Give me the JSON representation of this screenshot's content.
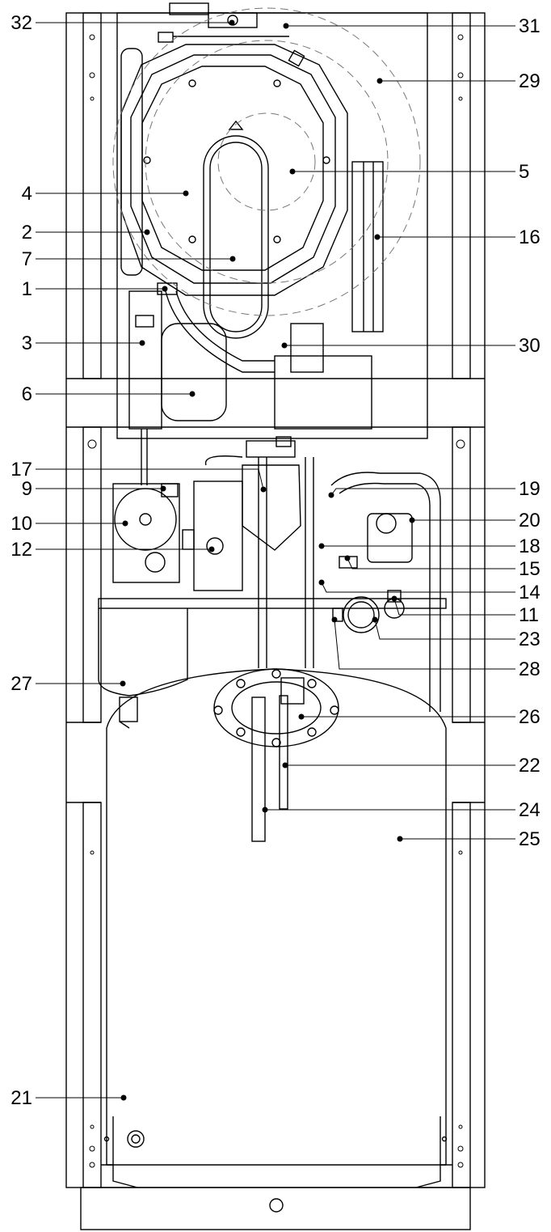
{
  "callouts": [
    {
      "id": "32",
      "side": "left"
    },
    {
      "id": "31",
      "side": "right"
    },
    {
      "id": "29",
      "side": "right"
    },
    {
      "id": "5",
      "side": "right"
    },
    {
      "id": "4",
      "side": "left"
    },
    {
      "id": "2",
      "side": "left"
    },
    {
      "id": "16",
      "side": "right"
    },
    {
      "id": "7",
      "side": "left"
    },
    {
      "id": "1",
      "side": "left"
    },
    {
      "id": "3",
      "side": "left"
    },
    {
      "id": "30",
      "side": "right"
    },
    {
      "id": "6",
      "side": "left"
    },
    {
      "id": "17",
      "side": "left"
    },
    {
      "id": "9",
      "side": "left"
    },
    {
      "id": "19",
      "side": "right"
    },
    {
      "id": "10",
      "side": "left"
    },
    {
      "id": "20",
      "side": "right"
    },
    {
      "id": "12",
      "side": "left"
    },
    {
      "id": "18",
      "side": "right"
    },
    {
      "id": "15",
      "side": "right"
    },
    {
      "id": "14",
      "side": "right"
    },
    {
      "id": "11",
      "side": "right"
    },
    {
      "id": "23",
      "side": "right"
    },
    {
      "id": "28",
      "side": "right"
    },
    {
      "id": "27",
      "side": "left"
    },
    {
      "id": "26",
      "side": "right"
    },
    {
      "id": "22",
      "side": "right"
    },
    {
      "id": "24",
      "side": "right"
    },
    {
      "id": "25",
      "side": "right"
    },
    {
      "id": "21",
      "side": "left"
    }
  ],
  "colors": {
    "line": "#000000",
    "dash": "#777777",
    "background": "#ffffff"
  }
}
